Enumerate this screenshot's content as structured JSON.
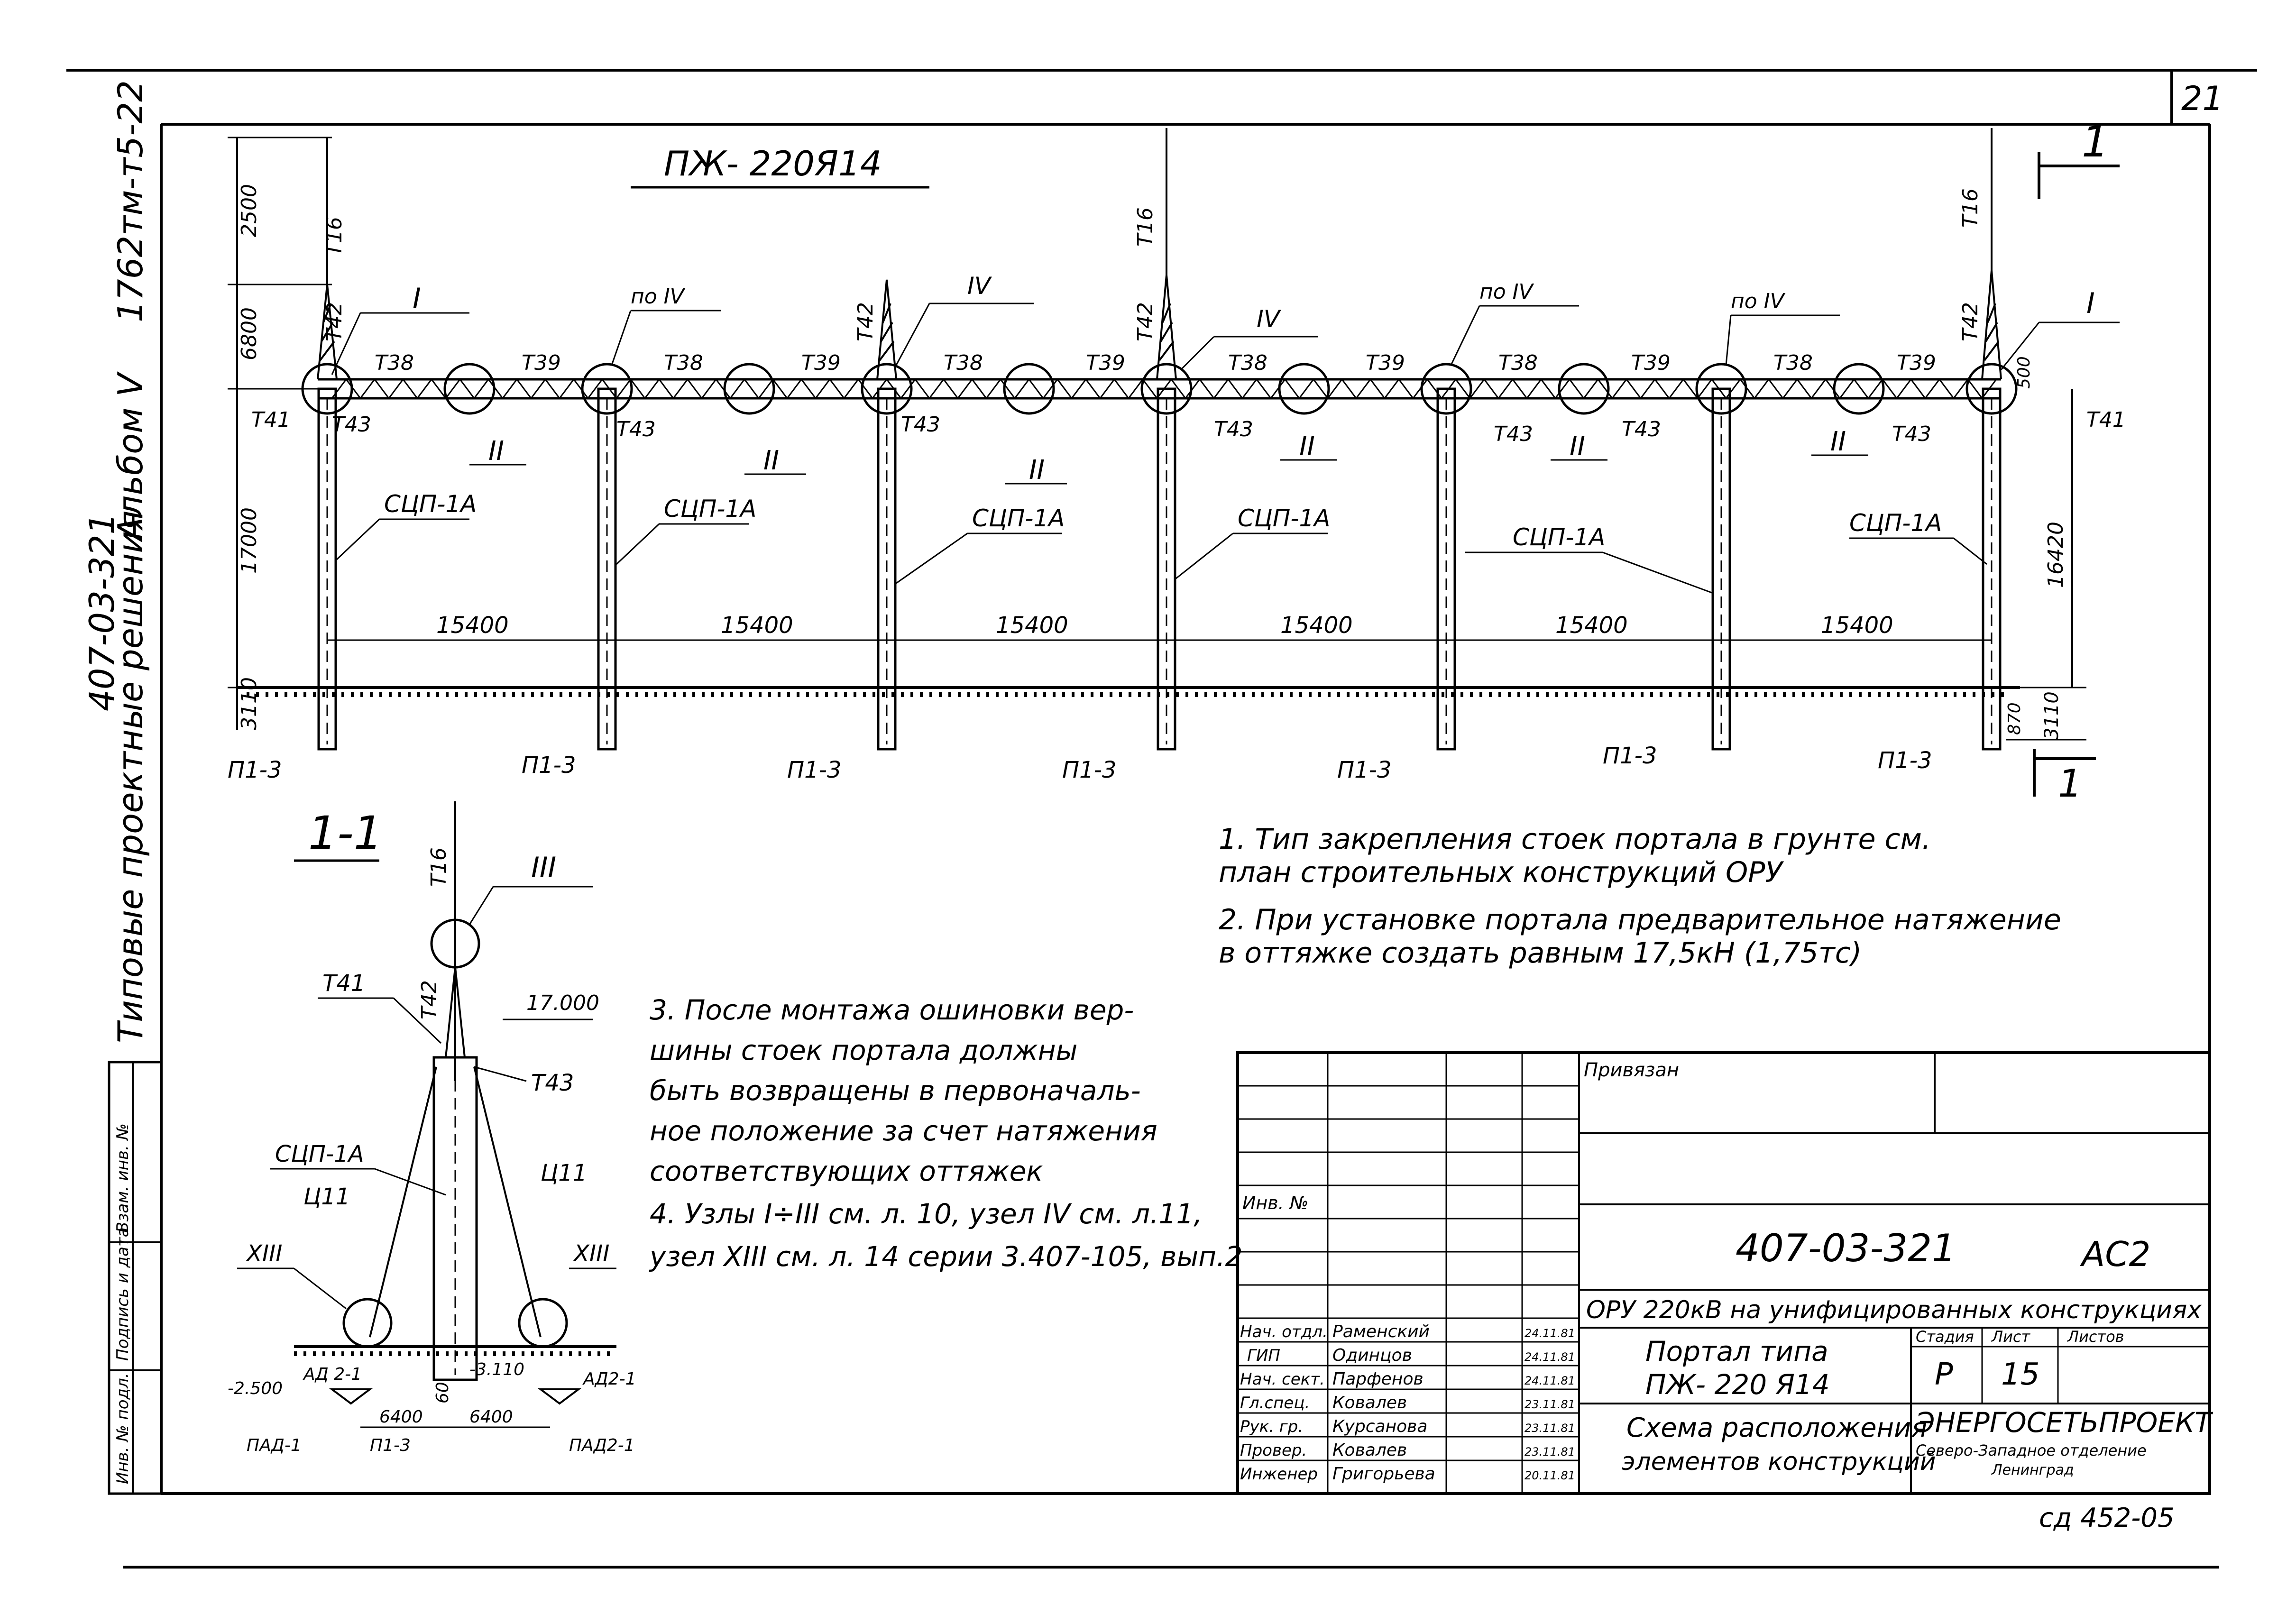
{
  "sheet_no": "21",
  "side": {
    "code": "1762тм-т5-22",
    "album": "Альбом V",
    "series": "407-03-321",
    "title": "Типовые проектные решения"
  },
  "stamp_side": {
    "inv_orig": "Инв. № подл.",
    "sign_date": "Подпись и дата",
    "inv_repl": "Взам. инв. №"
  },
  "elevation": {
    "portal_title": "ПЖ- 220Я14",
    "section_mark": "1",
    "dims": {
      "top": "2500",
      "mid": "6800",
      "col": "17000",
      "base": "3110",
      "right_h": "16420",
      "right_500": "500",
      "right_base": "3110",
      "right_870": "870",
      "span": "15400"
    },
    "spans": [
      "15400",
      "15400",
      "15400",
      "15400",
      "15400",
      "15400"
    ],
    "labels": {
      "t16": "Т16",
      "t42": "Т42",
      "t41": "Т41",
      "t43": "Т43",
      "t38": "Т38",
      "t39": "Т39",
      "scp": "СЦП-1А",
      "p13": "П1-3",
      "n1": "I",
      "n2": "II",
      "n4": "IV",
      "po4": "по IV"
    }
  },
  "section": {
    "title": "1-1",
    "node3": "III",
    "node13": "XIII",
    "t16": "Т16",
    "t42": "Т42",
    "t41": "Т41",
    "t43": "Т43",
    "scp": "СЦП-1А",
    "c11": "Ц11",
    "lvl_top": "17.000",
    "lvl_left": "-2.500",
    "lvl_mid": "-3.110",
    "d60": "60",
    "d6400a": "6400",
    "d6400b": "6400",
    "ad21": "АД 2-1",
    "ad21b": "АД2-1",
    "pad21": "ПАД-1",
    "pad21b": "ПАД2-1",
    "p13": "П1-3"
  },
  "notes": [
    "1.  Тип закрепления стоек портала в грунте см.",
    "     план строительных конструкций ОРУ",
    "2.  При установке  портала предварительное натяжение",
    "     в оттяжке  создать  равным 17,5кН (1,75тс)"
  ],
  "notes2": [
    "3.  После монтажа ошиновки вер-",
    "     шины стоек портала должны",
    "     быть возвращены в первоначаль-",
    "     ное положение за счет натяжения",
    "     соответствующих оттяжек",
    "4.  Узлы I÷III см. л. 10, узел IV см. л.11,",
    "     узел XIII см. л. 14 серии 3.407-105, вып.2"
  ],
  "title_block": {
    "privyazan": "Привязан",
    "inv_no": "Инв. №",
    "doc_code": "407-03-321",
    "mark": "АС2",
    "project": "ОРУ 220кВ на унифицированных конструкциях",
    "object_l1": "Портал типа",
    "object_l2": "ПЖ- 220 Я14",
    "stage_hdr": "Стадия",
    "sheet_hdr": "Лист",
    "sheets_hdr": "Листов",
    "stage": "Р",
    "sheet": "15",
    "drawing_l1": "Схема расположения",
    "drawing_l2": "элементов  конструкций",
    "org": "ЭНЕРГОСЕТЬПРОЕКТ",
    "org_sub1": "Северо-Западное отделение",
    "org_sub2": "Ленинград",
    "staff": [
      {
        "role": "Нач. отдл.",
        "name": "Раменский",
        "date": "24.11.81"
      },
      {
        "role": "ГИП",
        "name": "Одинцов",
        "date": "24.11.81"
      },
      {
        "role": "Нач. сект.",
        "name": "Парфенов",
        "date": "24.11.81"
      },
      {
        "role": "Гл.спец.",
        "name": "Ковалев",
        "date": "23.11.81"
      },
      {
        "role": "Рук. гр.",
        "name": "Курсанова",
        "date": "23.11.81"
      },
      {
        "role": "Провер.",
        "name": "Ковалев",
        "date": "23.11.81"
      },
      {
        "role": "Инженер",
        "name": "Григорьева",
        "date": "20.11.81"
      }
    ]
  },
  "footer_code": "сд 452-05"
}
